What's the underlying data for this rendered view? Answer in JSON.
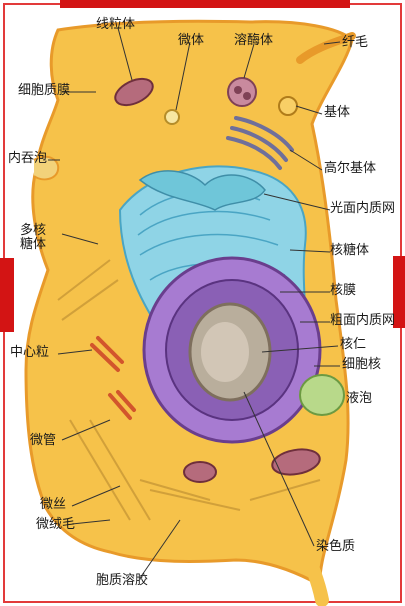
{
  "labels": {
    "mitochondrion": "线粒体",
    "microbody": "微体",
    "lysosome": "溶酶体",
    "cilia": "纤毛",
    "plasma_membrane": "细胞质膜",
    "basal_body": "基体",
    "endocytic_vesicle": "内吞泡",
    "golgi": "高尔基体",
    "smooth_er": "光面内质网",
    "multivesicular_body_line1": "多核",
    "multivesicular_body_line2": "糖体",
    "ribosome": "核糖体",
    "nuclear_envelope": "核膜",
    "rough_er": "粗面内质网",
    "centrosome": "中心粒",
    "nucleolus": "核仁",
    "nucleus": "细胞核",
    "vacuole": "液泡",
    "microtubule": "微管",
    "microfilament": "微丝",
    "microvillus": "微绒毛",
    "chromatin": "染色质",
    "cytosol": "胞质溶胶"
  },
  "colors": {
    "frame": "#e23a3a",
    "side_tabs": "#d31414",
    "cytoplasm": "#f6c24a",
    "cytoplasm_edge": "#e89a2a",
    "er": "#8fd4e6",
    "nucleus_outer": "#a77bd1",
    "nucleus_inner": "#6a3e8d",
    "nucleolus": "#b9ae9c",
    "vacuole": "#b8d98a"
  }
}
